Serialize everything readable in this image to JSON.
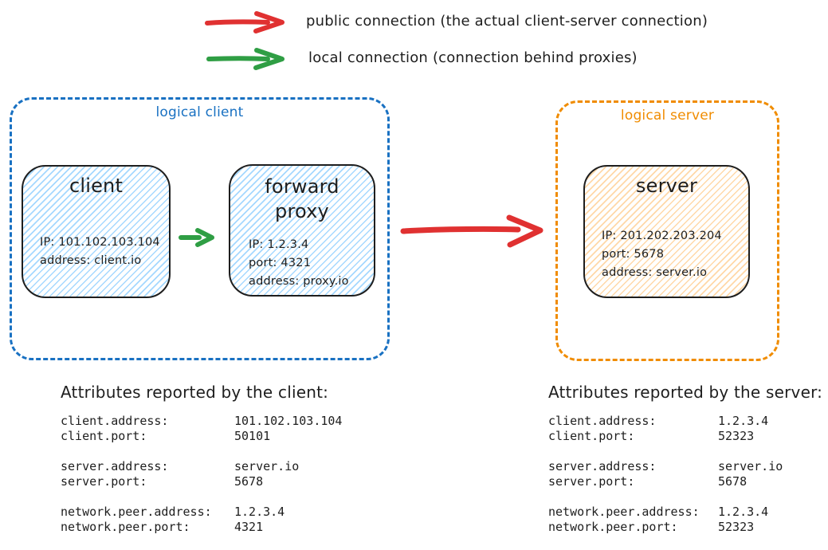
{
  "colors": {
    "red": "#e03131",
    "green": "#2f9e44",
    "blue": "#1971c2",
    "orange": "#f08c00",
    "ink": "#1e1e1e",
    "client_fill": "#a5d8ff",
    "server_fill": "#ffd8a8"
  },
  "legend": {
    "public": {
      "label": "public connection (the actual client-server connection)"
    },
    "local": {
      "label": "local connection (connection behind proxies)"
    }
  },
  "logical_client": {
    "label": "logical client",
    "client_node": {
      "title": "client",
      "lines": [
        "IP: 101.102.103.104",
        "address: client.io"
      ]
    },
    "proxy_node": {
      "title": "forward proxy",
      "lines": [
        "IP: 1.2.3.4",
        "port: 4321",
        "address: proxy.io"
      ]
    }
  },
  "logical_server": {
    "label": "logical server",
    "server_node": {
      "title": "server",
      "lines": [
        "IP: 201.202.203.204",
        "port: 5678",
        "address: server.io"
      ]
    }
  },
  "client_attributes": {
    "title": "Attributes reported by the client:",
    "groups": [
      [
        {
          "key": "client.address:",
          "value": "101.102.103.104"
        },
        {
          "key": "client.port:",
          "value": "50101"
        }
      ],
      [
        {
          "key": "server.address:",
          "value": "server.io"
        },
        {
          "key": "server.port:",
          "value": "5678"
        }
      ],
      [
        {
          "key": "network.peer.address:",
          "value": "1.2.3.4"
        },
        {
          "key": "network.peer.port:",
          "value": "4321"
        }
      ]
    ]
  },
  "server_attributes": {
    "title": "Attributes reported by the server:",
    "groups": [
      [
        {
          "key": "client.address:",
          "value": "1.2.3.4"
        },
        {
          "key": "client.port:",
          "value": "52323"
        }
      ],
      [
        {
          "key": "server.address:",
          "value": "server.io"
        },
        {
          "key": "server.port:",
          "value": "5678"
        }
      ],
      [
        {
          "key": "network.peer.address:",
          "value": "1.2.3.4"
        },
        {
          "key": "network.peer.port:",
          "value": "52323"
        }
      ]
    ]
  }
}
